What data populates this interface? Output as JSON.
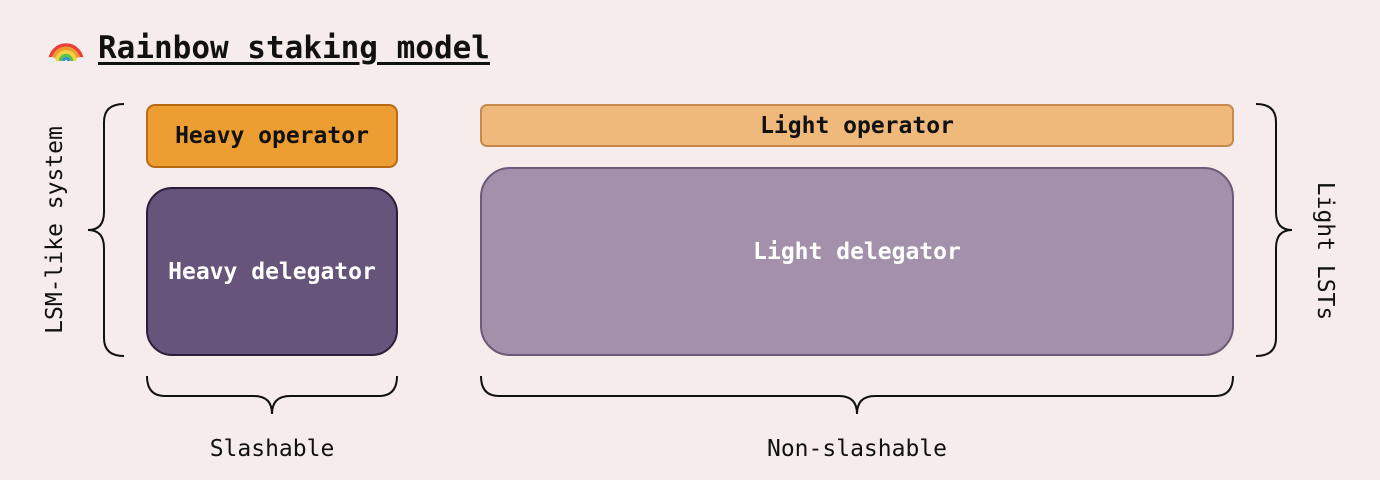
{
  "title": {
    "emoji": "rainbow-icon",
    "text": "Rainbow staking model"
  },
  "boxes": {
    "heavy_operator": "Heavy operator",
    "heavy_delegator": "Heavy delegator",
    "light_operator": "Light operator",
    "light_delegator": "Light delegator"
  },
  "labels": {
    "left": "LSM-like system",
    "right": "Light LSTs",
    "bottom_left": "Slashable",
    "bottom_right": "Non-slashable"
  },
  "colors": {
    "background": "#f6ecec",
    "heavy_operator": "#ec9e33",
    "heavy_delegator": "#67547b",
    "light_operator": "#f0b97c",
    "light_delegator": "#a391ab"
  }
}
